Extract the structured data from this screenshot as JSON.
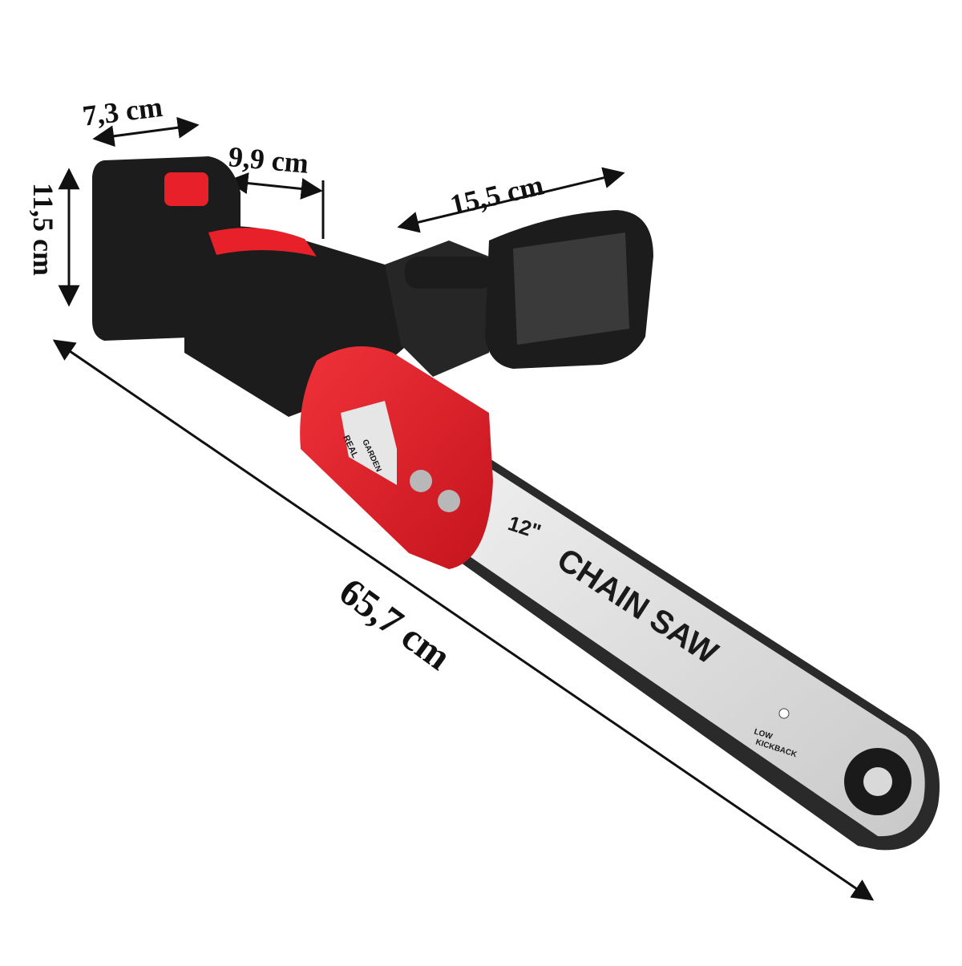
{
  "dimensions": {
    "battery_depth": "7,3 cm",
    "handle_width": "9,9 cm",
    "front_handle": "15,5 cm",
    "battery_height": "11,5 cm",
    "total_length": "65,7 cm"
  },
  "product": {
    "brand_top": "REAL",
    "brand_bottom": "GARDEN",
    "bar_size": "12\"",
    "bar_label": "CHAIN SAW",
    "kickback_line1": "LOW",
    "kickback_line2": "KICKBACK"
  },
  "colors": {
    "body_red": "#e8202a",
    "body_black": "#1c1c1c",
    "bar_silver": "#d9d9d9"
  }
}
